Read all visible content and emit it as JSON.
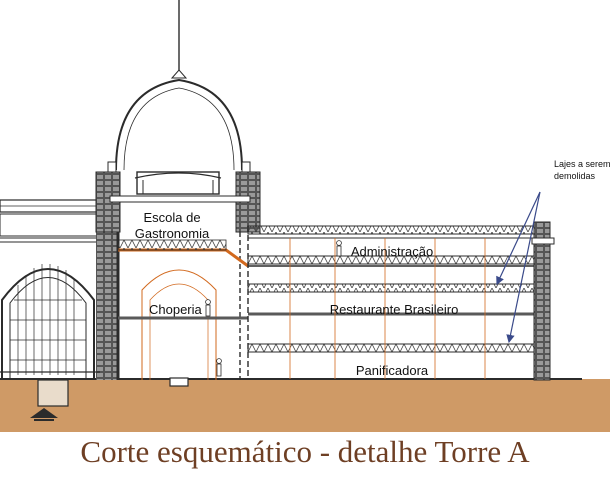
{
  "drawing": {
    "title": "Corte esquemático - detalhe Torre A",
    "labels": {
      "escola_line1": "Escola de",
      "escola_line2": "Gastronomia",
      "administracao": "Administração",
      "choperia": "Choperia",
      "restaurante": "Restaurante Brasileiro",
      "panificadora": "Panificadora",
      "lajes_line1": "Lajes a serem",
      "lajes_line2": "demolidas"
    },
    "colors": {
      "ground": "#cf9a66",
      "ground_line": "#7a4a23",
      "title": "#6e3f24",
      "line": "#2b2b2b",
      "accent": "#d2691e",
      "arrow": "#3a4a8a",
      "slab": "#5a5a5a"
    }
  }
}
